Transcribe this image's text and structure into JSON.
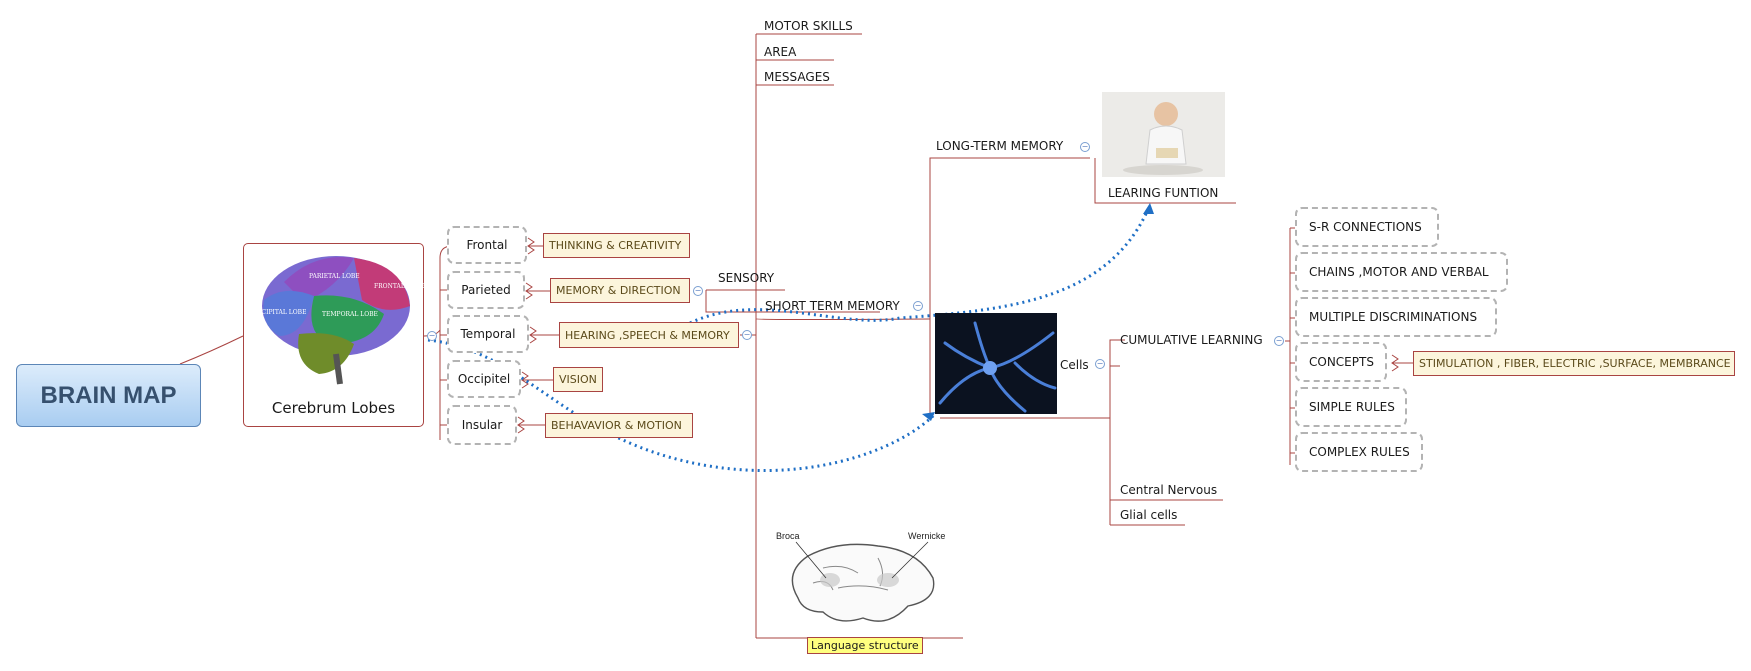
{
  "root": {
    "title": "BRAIN MAP"
  },
  "cerebrum": {
    "label": "Cerebrum Lobes",
    "image_lobe_labels": [
      "PARIETAL LOBE",
      "FRONTAL LOBE",
      "OCCIPITAL LOBE",
      "TEMPORAL LOBE"
    ]
  },
  "lobes": [
    {
      "name": "Frontal",
      "note": "THINKING & CREATIVITY"
    },
    {
      "name": "Parieted",
      "note": "MEMORY & DIRECTION"
    },
    {
      "name": "Temporal",
      "note": "HEARING ,SPEECH & MEMORY"
    },
    {
      "name": "Occipitel",
      "note": "VISION"
    },
    {
      "name": "Insular",
      "note": "BEHAVAVIOR & MOTION"
    }
  ],
  "top_branches": [
    "MOTOR SKILLS",
    "AREA",
    "MESSAGES"
  ],
  "sensory": "SENSORY",
  "short_term_memory": "SHORT TERM MEMORY",
  "long_term_memory": "LONG-TERM MEMORY",
  "learning_function": {
    "label": "LEARING FUNTION"
  },
  "language": {
    "label": "Language structure",
    "image_labels": [
      "Broca",
      "Wernicke"
    ]
  },
  "cells": {
    "label": "Cells",
    "children": [
      "Central Nervous",
      "Glial cells"
    ]
  },
  "cumulative_learning": {
    "label": "CUMULATIVE LEARNING",
    "items": [
      "S-R CONNECTIONS",
      "CHAINS ,MOTOR AND VERBAL",
      "MULTIPLE DISCRIMINATIONS",
      "CONCEPTS",
      "SIMPLE RULES",
      "COMPLEX RULES"
    ],
    "concepts_note": "STIMULATION , FIBER, ELECTRIC ,SURFACE, MEMBRANCE"
  },
  "colors": {
    "branch": "#a94442",
    "relationship": "#1f6fc5",
    "root_fill": "#a9cdf1",
    "note_fill": "#fcf5dc",
    "label_fill": "#ffff7f"
  },
  "icons": [
    "brain-lobes-image",
    "neuron-image",
    "baby-reading-image",
    "brain-outline-image",
    "collapse-toggle-icon",
    "arrowhead-icon"
  ]
}
